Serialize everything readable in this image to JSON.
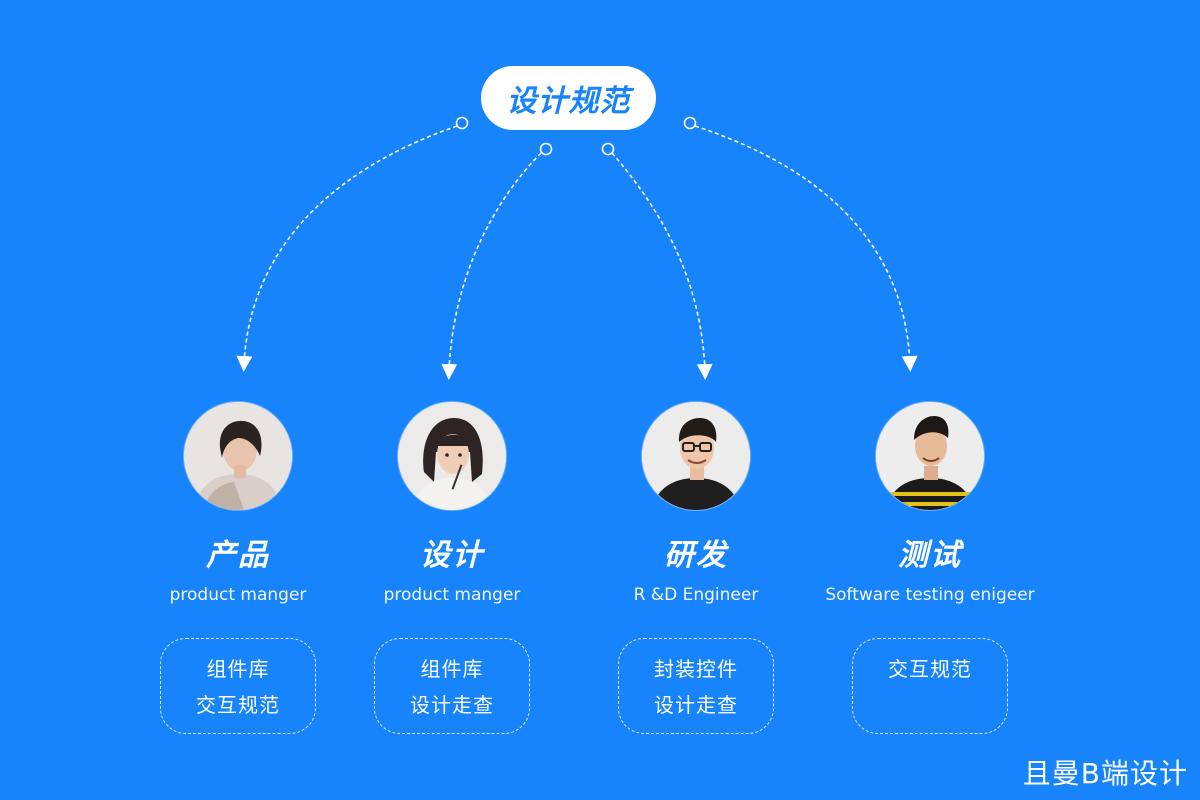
{
  "title": "设计规范",
  "roles": [
    {
      "name": "产品",
      "subtitle": "product manger",
      "tags": [
        "组件库",
        "交互规范"
      ],
      "avatar_desc": "woman-short-hair"
    },
    {
      "name": "设计",
      "subtitle": "product manger",
      "tags": [
        "组件库",
        "设计走查"
      ],
      "avatar_desc": "woman-bob-hair"
    },
    {
      "name": "研发",
      "subtitle": "R &D Engineer",
      "tags": [
        "封装控件",
        "设计走查"
      ],
      "avatar_desc": "man-glasses"
    },
    {
      "name": "测试",
      "subtitle": "Software testing enigeer",
      "tags": [
        "交互规范"
      ],
      "avatar_desc": "man-black-tshirt"
    }
  ],
  "watermark": "且曼B端设计",
  "colors": {
    "background": "#1784fb",
    "foreground": "#ffffff"
  }
}
